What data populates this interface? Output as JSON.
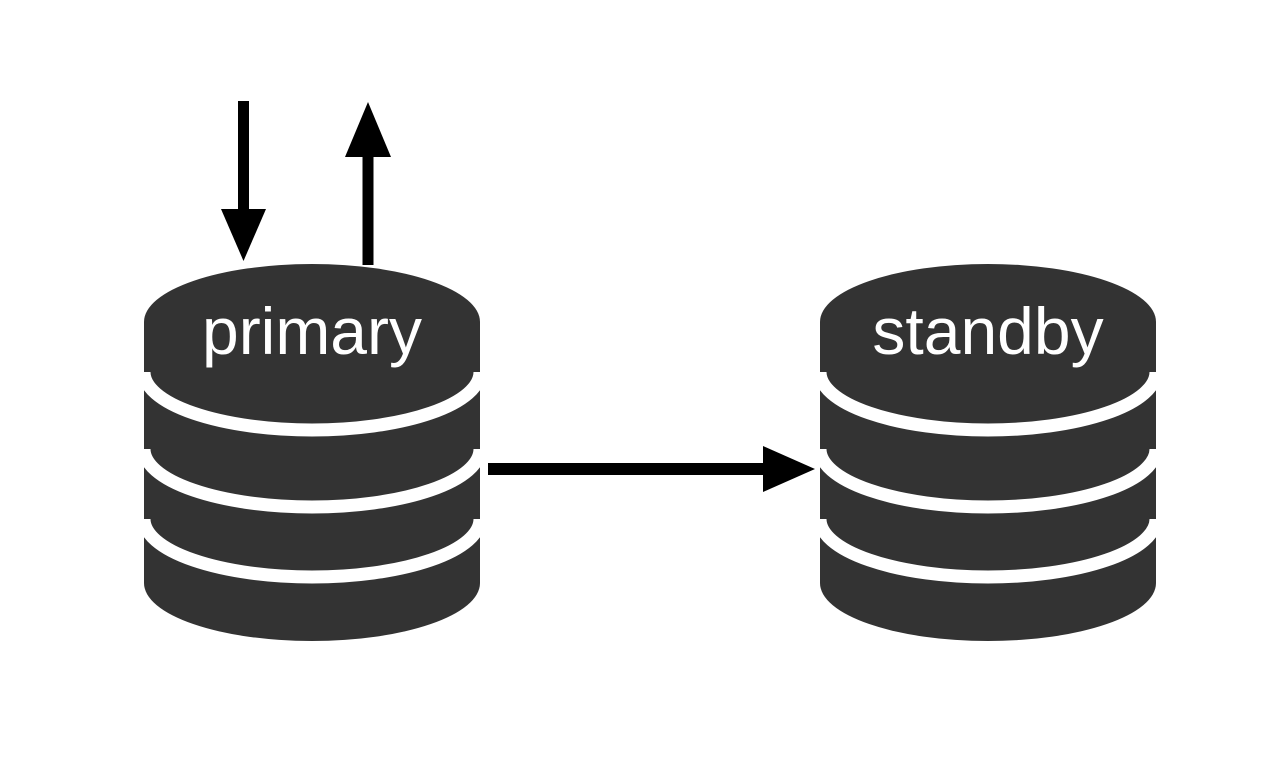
{
  "diagram": {
    "title": "database replication diagram",
    "background_color": "#ffffff",
    "node_fill_color": "#333333",
    "node_stripe_color": "#ffffff",
    "label_color": "#ffffff",
    "arrow_color": "#000000",
    "nodes": [
      {
        "id": "primary",
        "type": "database-cylinder",
        "label": "primary"
      },
      {
        "id": "standby",
        "type": "database-cylinder",
        "label": "standby"
      }
    ],
    "arrows": [
      {
        "id": "down-arrow",
        "direction": "down",
        "target": "primary"
      },
      {
        "id": "up-arrow",
        "direction": "up",
        "source": "primary"
      },
      {
        "id": "right-arrow",
        "direction": "right",
        "source": "primary",
        "target": "standby"
      }
    ]
  }
}
